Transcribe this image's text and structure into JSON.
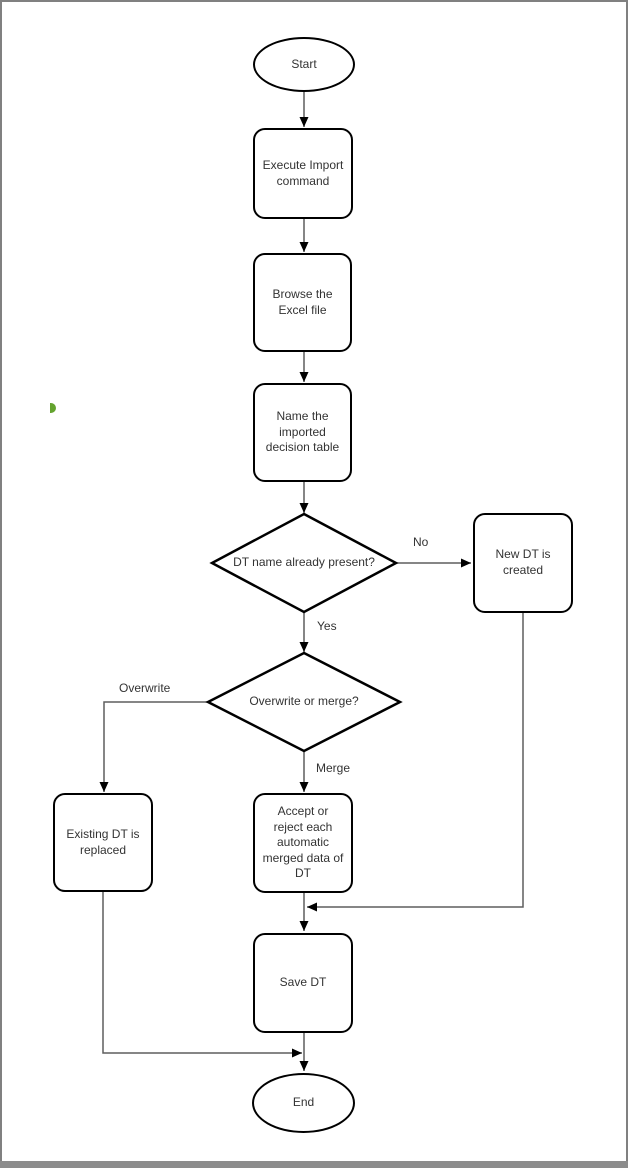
{
  "window": {
    "background": "#ffffff",
    "border_color": "#808080",
    "bottom_bar_color": "#8c8c8c"
  },
  "annotation": {
    "green_mark_color": "#64a32e"
  },
  "diagram": {
    "type": "flowchart",
    "colors": {
      "shape_stroke": "#000000",
      "shape_fill": "#ffffff",
      "connector": "#5e5e5e",
      "arrowhead": "#000000",
      "text": "#333333"
    },
    "nodes": {
      "start": {
        "label": "Start",
        "shape": "ellipse"
      },
      "execute": {
        "label": "Execute Import\ncommand",
        "shape": "rounded-rect"
      },
      "browse": {
        "label": "Browse the\nExcel file",
        "shape": "rounded-rect"
      },
      "name_dt": {
        "label": "Name the\nimported\ndecision table",
        "shape": "rounded-rect"
      },
      "dt_present": {
        "label": "DT name\nalready present?",
        "shape": "diamond"
      },
      "new_dt": {
        "label": "New DT is\ncreated",
        "shape": "rounded-rect"
      },
      "overwrite_merge": {
        "label": "Overwrite or merge?",
        "shape": "diamond"
      },
      "existing_dt": {
        "label": "Existing DT is\nreplaced",
        "shape": "rounded-rect"
      },
      "accept_reject": {
        "label": "Accept or\nreject each\nautomatic\nmerged data of\nDT",
        "shape": "rounded-rect"
      },
      "save_dt": {
        "label": "Save DT",
        "shape": "rounded-rect"
      },
      "end": {
        "label": "End",
        "shape": "ellipse"
      }
    },
    "edge_labels": {
      "no": "No",
      "yes": "Yes",
      "overwrite": "Overwrite",
      "merge": "Merge"
    },
    "edges": [
      {
        "from": "start",
        "to": "execute",
        "label": ""
      },
      {
        "from": "execute",
        "to": "browse",
        "label": ""
      },
      {
        "from": "browse",
        "to": "name_dt",
        "label": ""
      },
      {
        "from": "name_dt",
        "to": "dt_present",
        "label": ""
      },
      {
        "from": "dt_present",
        "to": "new_dt",
        "label": "No"
      },
      {
        "from": "dt_present",
        "to": "overwrite_merge",
        "label": "Yes"
      },
      {
        "from": "overwrite_merge",
        "to": "existing_dt",
        "label": "Overwrite"
      },
      {
        "from": "overwrite_merge",
        "to": "accept_reject",
        "label": "Merge"
      },
      {
        "from": "new_dt",
        "to": "save_dt",
        "label": ""
      },
      {
        "from": "accept_reject",
        "to": "save_dt",
        "label": ""
      },
      {
        "from": "existing_dt",
        "to": "end",
        "label": ""
      },
      {
        "from": "save_dt",
        "to": "end",
        "label": ""
      }
    ]
  }
}
